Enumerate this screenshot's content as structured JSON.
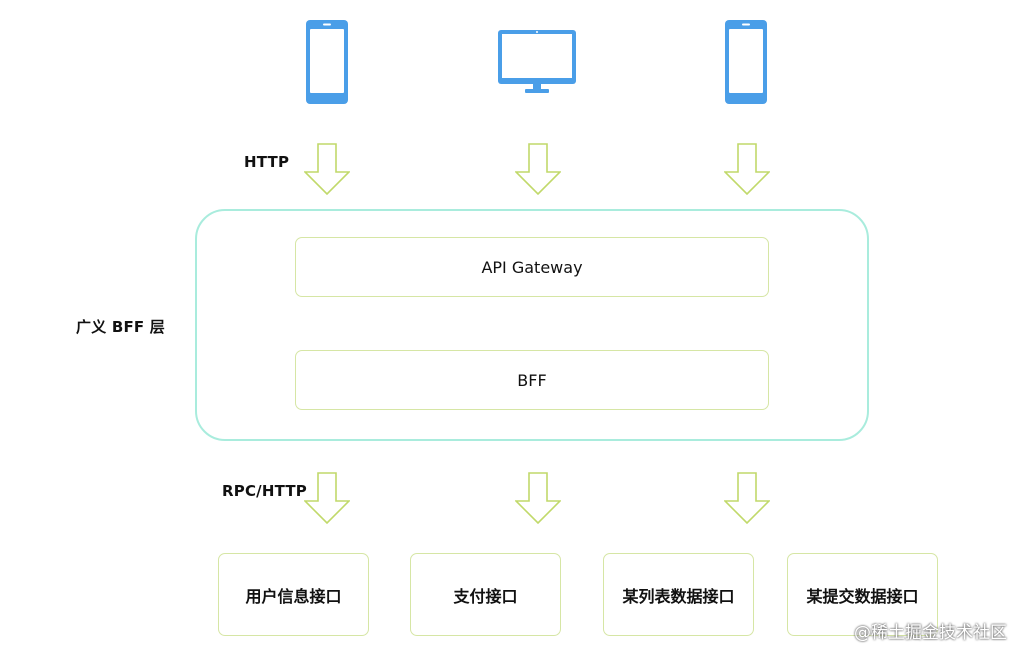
{
  "clients": [
    {
      "kind": "phone",
      "icon": "mobile-phone-icon"
    },
    {
      "kind": "desktop",
      "icon": "desktop-monitor-icon"
    },
    {
      "kind": "phone",
      "icon": "mobile-phone-icon"
    }
  ],
  "labels": {
    "http": "HTTP",
    "bff_layer": "广义 BFF 层",
    "rpc_http": "RPC/HTTP"
  },
  "layers": {
    "gateway": "API Gateway",
    "bff": "BFF"
  },
  "services": [
    {
      "label": "用户信息接口"
    },
    {
      "label": "支付接口"
    },
    {
      "label": "某列表数据接口"
    },
    {
      "label": "某提交数据接口"
    }
  ],
  "watermark": "@稀土掘金技术社区",
  "colors": {
    "device_blue": "#4a9ee8",
    "arrow_green": "#c1d96a",
    "outer_border": "#a9ecdd",
    "box_border": "#d6e6a5"
  }
}
